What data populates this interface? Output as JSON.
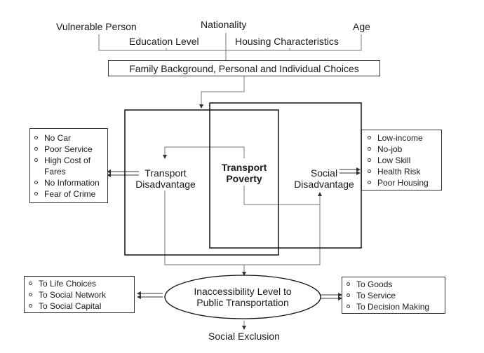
{
  "top_factors": {
    "vulnerable_person": "Vulnerable Person",
    "nationality": "Nationality",
    "age": "Age",
    "education_level": "Education Level",
    "housing_characteristics": "Housing Characteristics"
  },
  "family_background": "Family Background, Personal and Individual Choices",
  "transport_disadvantage": {
    "line1": "Transport",
    "line2": "Disadvantage"
  },
  "transport_poverty": {
    "line1": "Transport",
    "line2": "Poverty"
  },
  "social_disadvantage": {
    "line1": "Social",
    "line2": "Disadvantage"
  },
  "transport_list": [
    "No Car",
    "Poor Service",
    "High Cost of",
    "Fares",
    "No Information",
    "Fear of Crime"
  ],
  "social_list": [
    "Low-income",
    "No-job",
    "Low Skill",
    "Health Risk",
    "Poor Housing"
  ],
  "inaccessibility": {
    "line1": "Inaccessibility Level to",
    "line2": "Public Transportation"
  },
  "left_outcomes": [
    "To Life Choices",
    "To Social Network",
    "To Social Capital"
  ],
  "right_outcomes": [
    "To Goods",
    "To Service",
    "To Decision Making"
  ],
  "social_exclusion": "Social Exclusion"
}
